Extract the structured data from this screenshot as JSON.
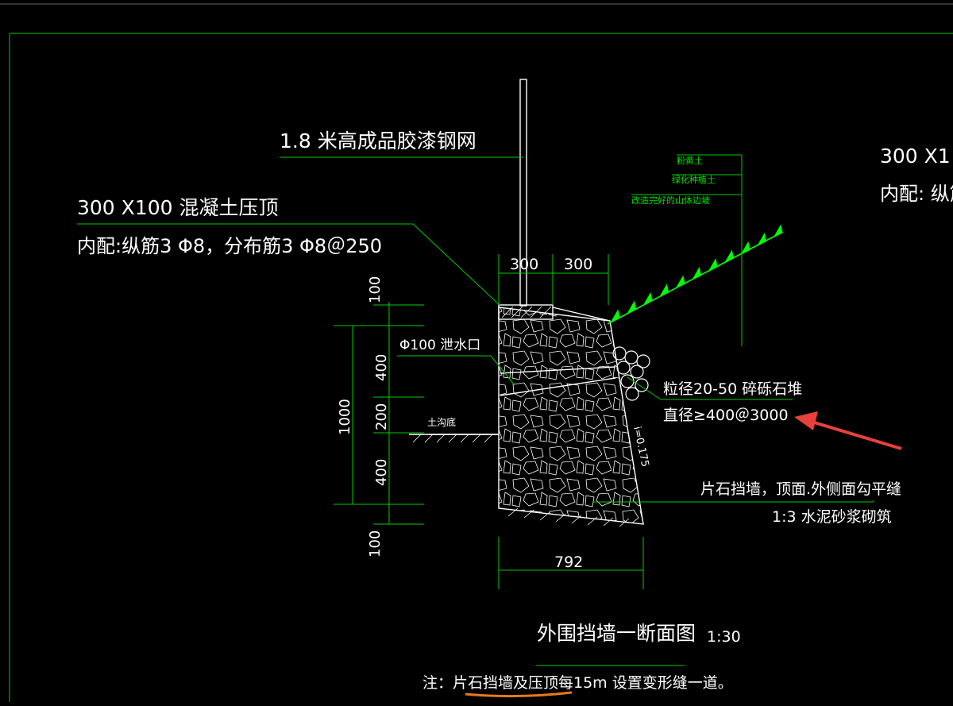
{
  "fence_label": "1.8 米高成品胶漆钢网",
  "coping": {
    "title": "300 X100 混凝土压顶",
    "rebar": "内配:纵筋3 Φ8，分布筋3 Φ8＠250"
  },
  "right_cut": {
    "title": "300 X1",
    "rebar": "内配: 纵筋"
  },
  "dims_top": [
    "300",
    "300"
  ],
  "dims_left_small": [
    "100",
    "400",
    "200",
    "400",
    "100"
  ],
  "dim_left_total": "1000",
  "dim_bottom": "792",
  "drain_label": "Φ100 泄水口",
  "ditch_label": "土沟底",
  "soil_labels": [
    "粉黄土",
    "绿化种植土",
    "改造完好的山体边坡"
  ],
  "gravel": {
    "line1": "粒径20-50 碎砾石堆",
    "line2": "直径≥400＠3000"
  },
  "slope_label": "i=0.175",
  "wall_note": {
    "line1": "片石挡墙，顶面.外侧面勾平缝",
    "line2": "1:3 水泥砂浆砌筑"
  },
  "drawing_title": "外围挡墙一断面图",
  "scale": "1:30",
  "note": "注：片石挡墙及压顶每15m 设置变形缝一道。",
  "colors": {
    "background": "#000000",
    "text": "#ffffff",
    "leader": "#00cc00",
    "arrow": "#e8413c",
    "underline": "#e87a1c"
  }
}
